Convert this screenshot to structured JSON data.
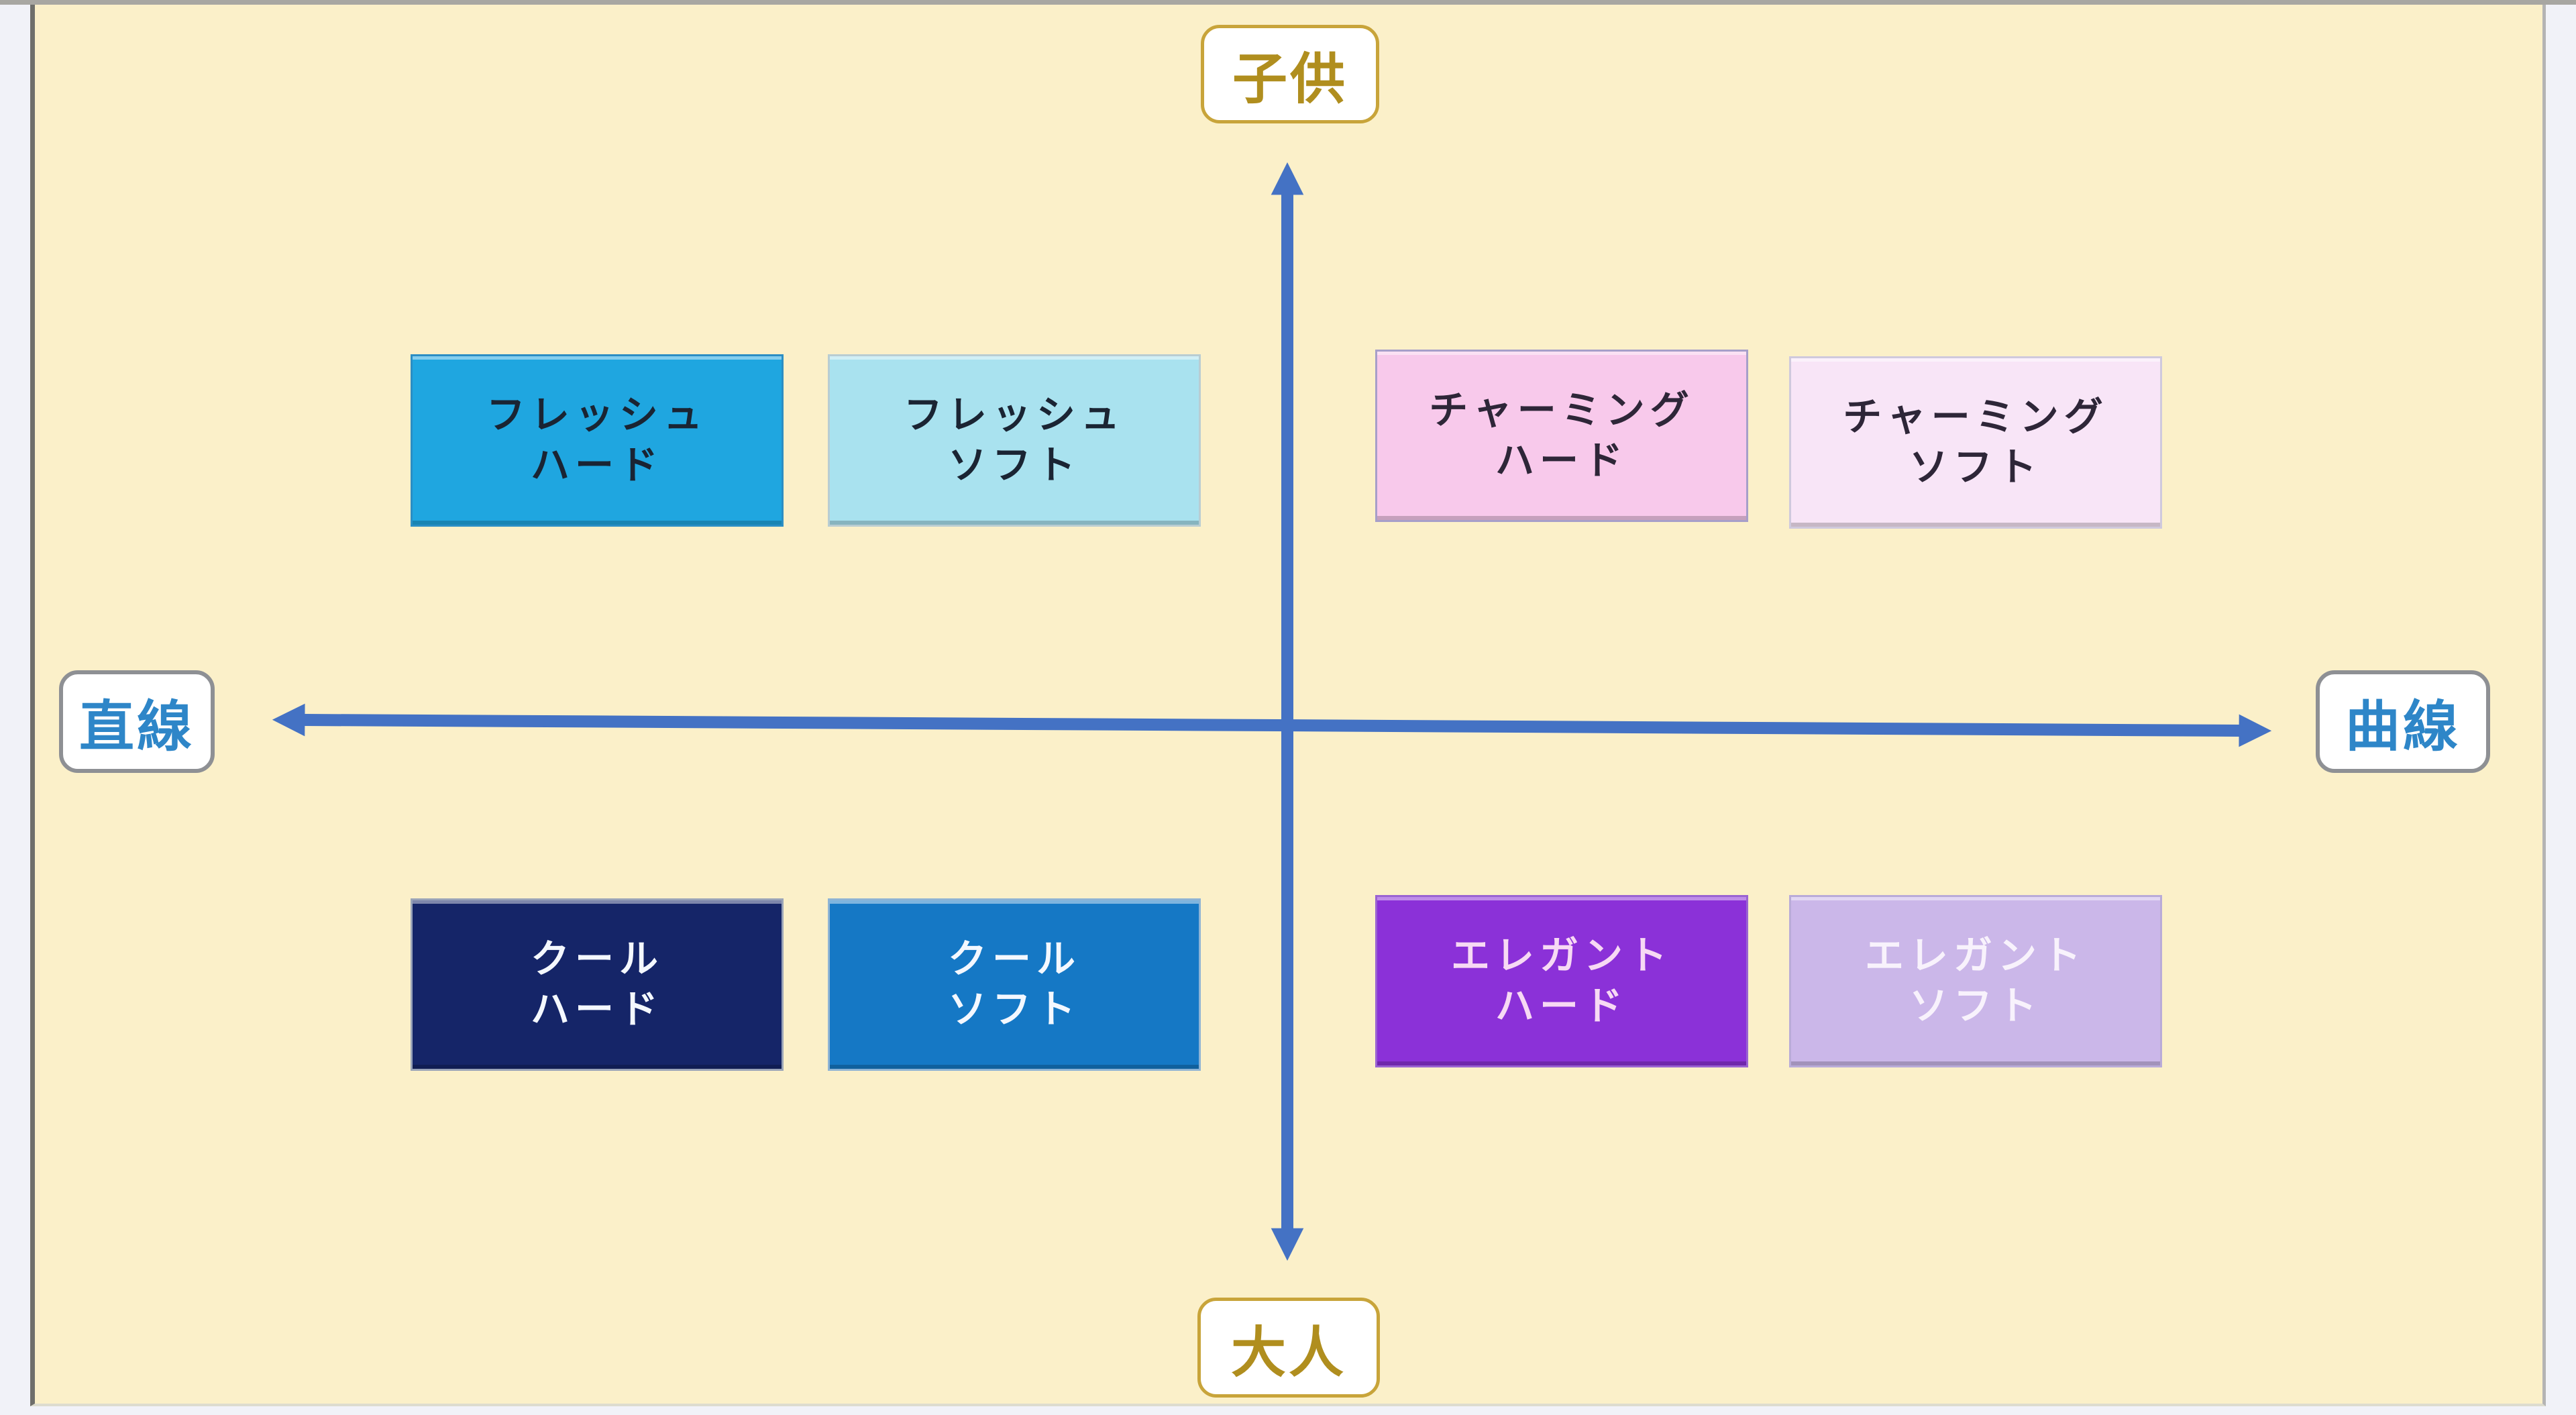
{
  "canvas": {
    "background": "#FBF0C9",
    "frame_background": "#F1F2F8",
    "top_strip_color": "#A8A7A2",
    "left_border_color": "#6F6F6B"
  },
  "axes": {
    "arrow_color": "#4472C4",
    "top_label": {
      "text": "子供",
      "text_color": "#B08E1E",
      "border_color": "#C8A43A",
      "bg": "#FFFFFF"
    },
    "bottom_label": {
      "text": "大人",
      "text_color": "#B08E1E",
      "border_color": "#C8A43A",
      "bg": "#FFFFFF"
    },
    "left_label": {
      "text": "直線",
      "text_color": "#2E86C8",
      "border_color": "#8E9094",
      "bg": "#FFFFFF"
    },
    "right_label": {
      "text": "曲線",
      "text_color": "#2E86C8",
      "border_color": "#8E9094",
      "bg": "#FFFFFF"
    }
  },
  "quadrant_boxes": [
    {
      "id": "fresh-hard",
      "line1": "フレッシュ",
      "line2": "ハード",
      "bg": "#1FA6E0",
      "text_color": "#1A2433",
      "border_color": "#2B8EC4"
    },
    {
      "id": "fresh-soft",
      "line1": "フレッシュ",
      "line2": "ソフト",
      "bg": "#A9E2EF",
      "text_color": "#1A2433",
      "border_color": "#B9CDD2"
    },
    {
      "id": "charming-hard",
      "line1": "チャーミング",
      "line2": "ハード",
      "bg": "#F8C9EB",
      "text_color": "#2E2638",
      "border_color": "#A79FC9"
    },
    {
      "id": "charming-soft",
      "line1": "チャーミング",
      "line2": "ソフト",
      "bg": "#F8E5F7",
      "text_color": "#2E2638",
      "border_color": "#CFC9DD"
    },
    {
      "id": "cool-hard",
      "line1": "クール",
      "line2": "ハード",
      "bg": "#152568",
      "text_color": "#F4F8FF",
      "border_color": "#9AA4B8"
    },
    {
      "id": "cool-soft",
      "line1": "クール",
      "line2": "ソフト",
      "bg": "#1578C5",
      "text_color": "#F4F8FF",
      "border_color": "#8FB4D4"
    },
    {
      "id": "elegant-hard",
      "line1": "エレガント",
      "line2": "ハード",
      "bg": "#8B31D8",
      "text_color": "#F7D9F4",
      "border_color": "#9A63D2"
    },
    {
      "id": "elegant-soft",
      "line1": "エレガント",
      "line2": "ソフト",
      "bg": "#CBB7E9",
      "text_color": "#F8F2FC",
      "border_color": "#B9ABD8"
    }
  ]
}
